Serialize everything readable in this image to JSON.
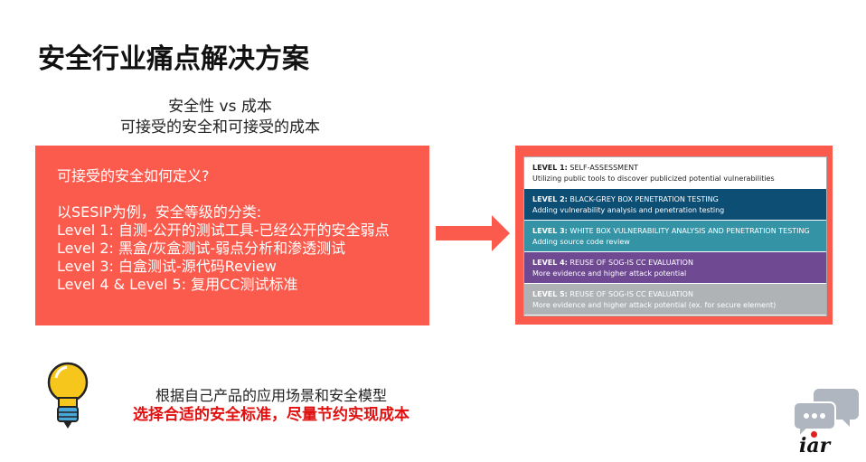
{
  "title": "安全行业痛点解决方案",
  "subtitle": [
    "安全性 vs 成本",
    "可接受的安全和可接受的成本"
  ],
  "left_box": {
    "question": "可接受的安全如何定义?",
    "intro": "以SESIP为例，安全等级的分类:",
    "lines": [
      "Level 1: 自测-公开的测试工具-已经公开的安全弱点",
      "Level 2: 黑盒/灰盒测试-弱点分析和渗透测试",
      "Level 3: 白盒测试-源代码Review",
      "Level 4 & Level 5: 复用CC测试标准"
    ]
  },
  "levels": [
    {
      "label": "LEVEL 1:",
      "title": "SELF-ASSESSMENT",
      "desc": "Utilizing public tools to discover publicized potential vulnerabilities",
      "color": "#ffffff"
    },
    {
      "label": "LEVEL 2:",
      "title": "BLACK-GREY BOX PENETRATION TESTING",
      "desc": "Adding vulnerability analysis and penetration testing",
      "color": "#0d4e75"
    },
    {
      "label": "LEVEL 3:",
      "title": "WHITE BOX VULNERABILITY ANALYSIS AND PENETRATION TESTING",
      "desc": "Adding source code review",
      "color": "#3494a6"
    },
    {
      "label": "LEVEL 4:",
      "title": "REUSE OF SOG-IS CC EVALUATION",
      "desc": "More evidence and higher attack potential",
      "color": "#6f4a93"
    },
    {
      "label": "LEVEL 5:",
      "title": "REUSE OF SOG-IS CC EVALUATION",
      "desc": "More evidence and higher attack potential (ex. for secure element)",
      "color": "#b0b3b6"
    }
  ],
  "bottom": {
    "line1": "根据自己产品的应用场景和安全模型",
    "line2": "选择合适的安全标准，尽量节约实现成本"
  },
  "logo": "iar"
}
